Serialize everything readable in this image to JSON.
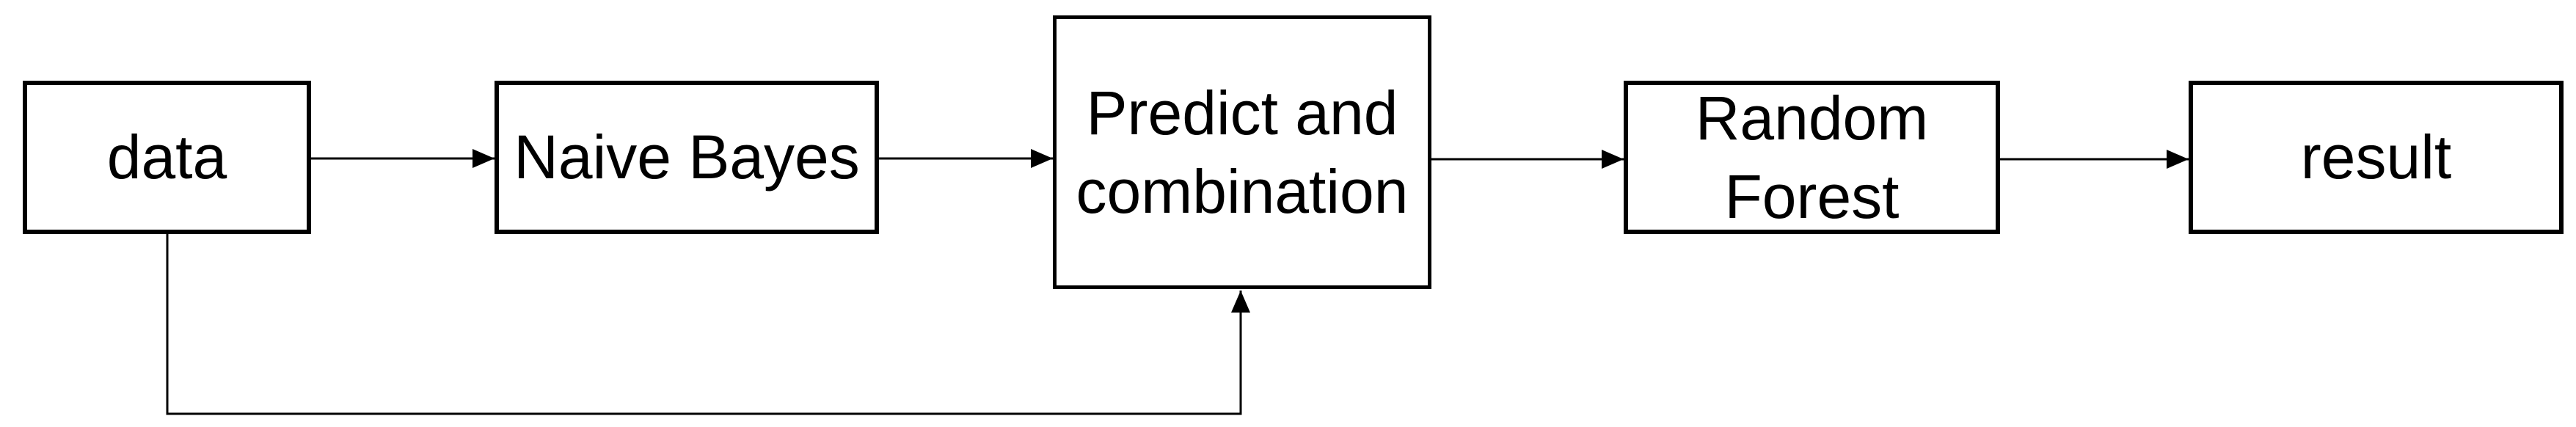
{
  "diagram": {
    "type": "flowchart",
    "background_color": "#ffffff",
    "stroke_color": "#000000",
    "nodes": [
      {
        "id": "data",
        "lines": [
          "data"
        ]
      },
      {
        "id": "naive-bayes",
        "lines": [
          "Naive Bayes"
        ]
      },
      {
        "id": "predict-and-combination",
        "lines": [
          "Predict and",
          "combination"
        ]
      },
      {
        "id": "random-forest",
        "lines": [
          "Random",
          "Forest"
        ]
      },
      {
        "id": "result",
        "lines": [
          "result"
        ]
      }
    ],
    "edges": [
      {
        "from": "data",
        "to": "naive-bayes",
        "type": "arrow",
        "route": "straight"
      },
      {
        "from": "naive-bayes",
        "to": "predict-and-combination",
        "type": "arrow",
        "route": "straight"
      },
      {
        "from": "predict-and-combination",
        "to": "random-forest",
        "type": "arrow",
        "route": "straight"
      },
      {
        "from": "random-forest",
        "to": "result",
        "type": "arrow",
        "route": "straight"
      },
      {
        "from": "data",
        "to": "predict-and-combination",
        "type": "arrow",
        "route": "bottom-bypass"
      }
    ]
  }
}
